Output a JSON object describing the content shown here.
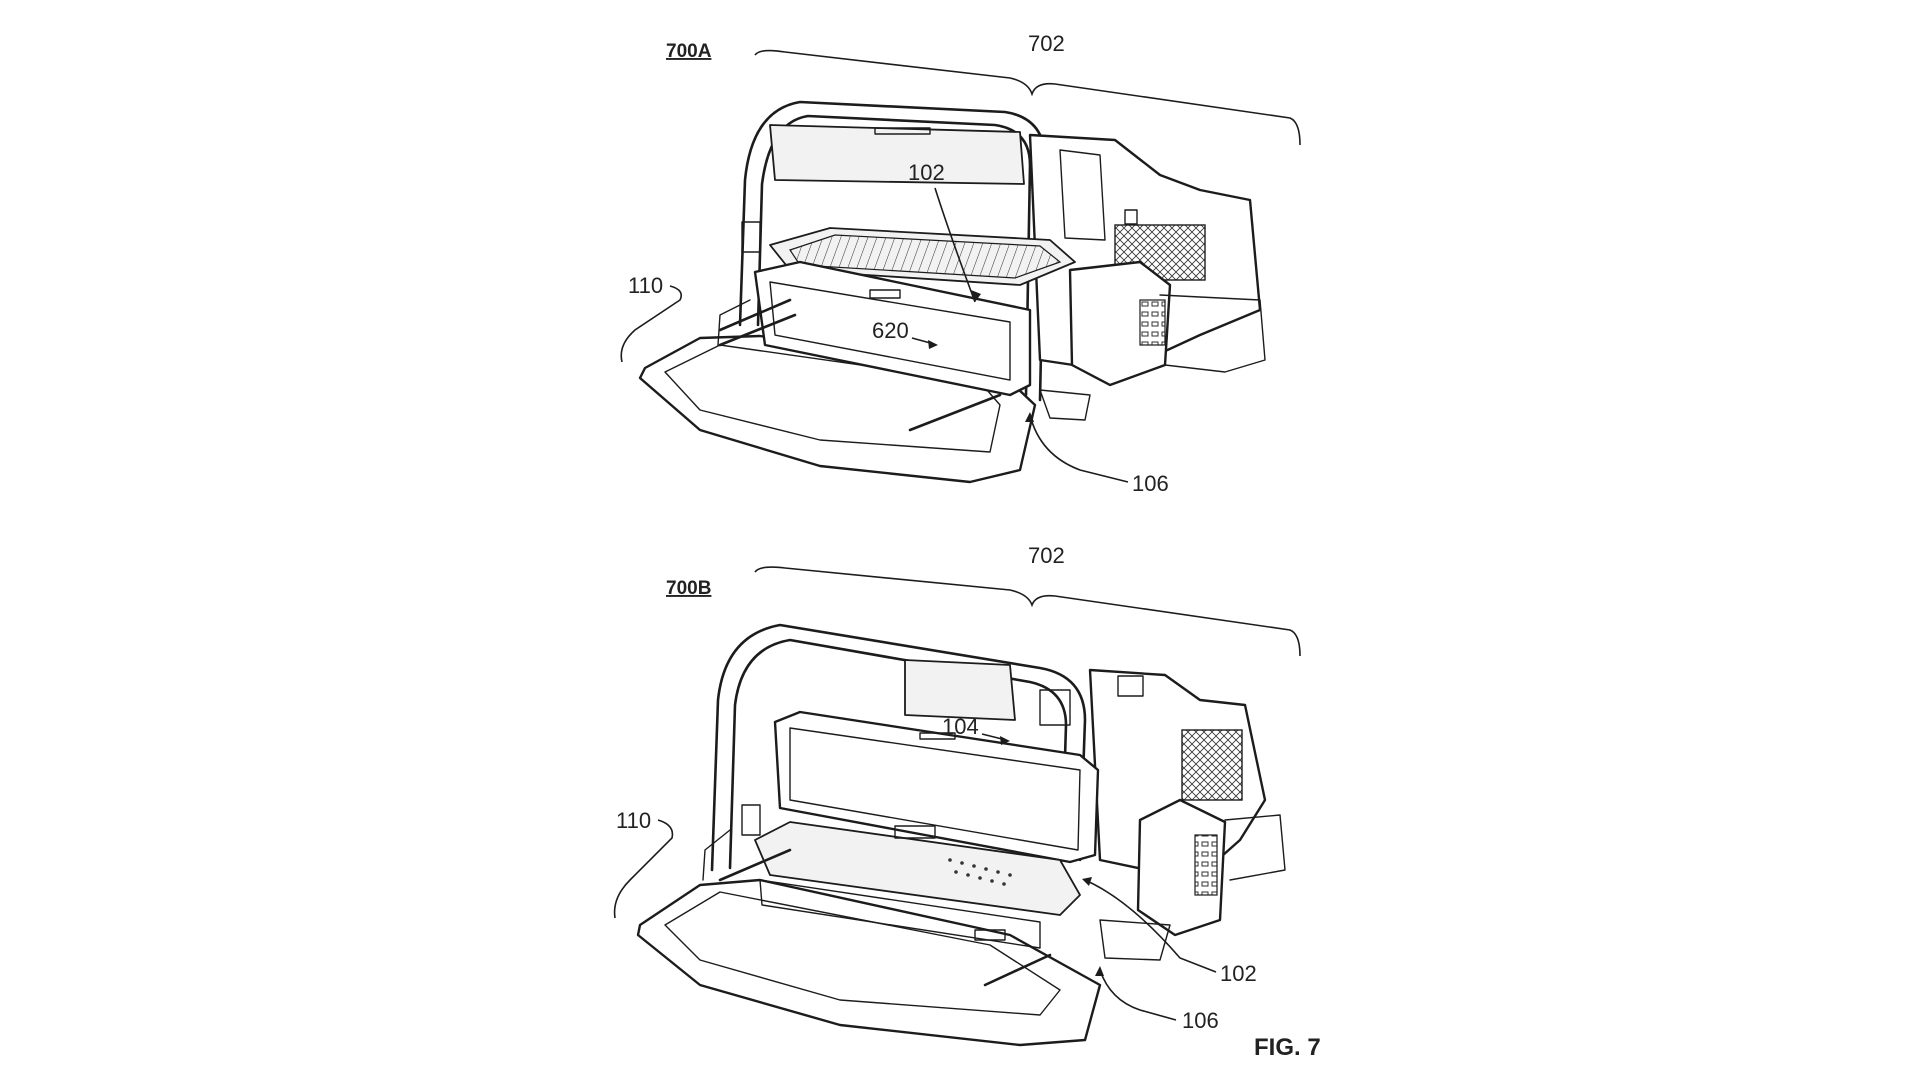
{
  "figure": {
    "label": "FIG. 7",
    "views": [
      {
        "id": "700A",
        "title": "700A",
        "callouts": {
          "vehicle": "702",
          "tray": "102",
          "wall": "110",
          "cover": "620",
          "rail": "106"
        }
      },
      {
        "id": "700B",
        "title": "700B",
        "callouts": {
          "vehicle": "702",
          "module": "104",
          "wall": "110",
          "tray": "102",
          "rail": "106"
        }
      }
    ]
  }
}
